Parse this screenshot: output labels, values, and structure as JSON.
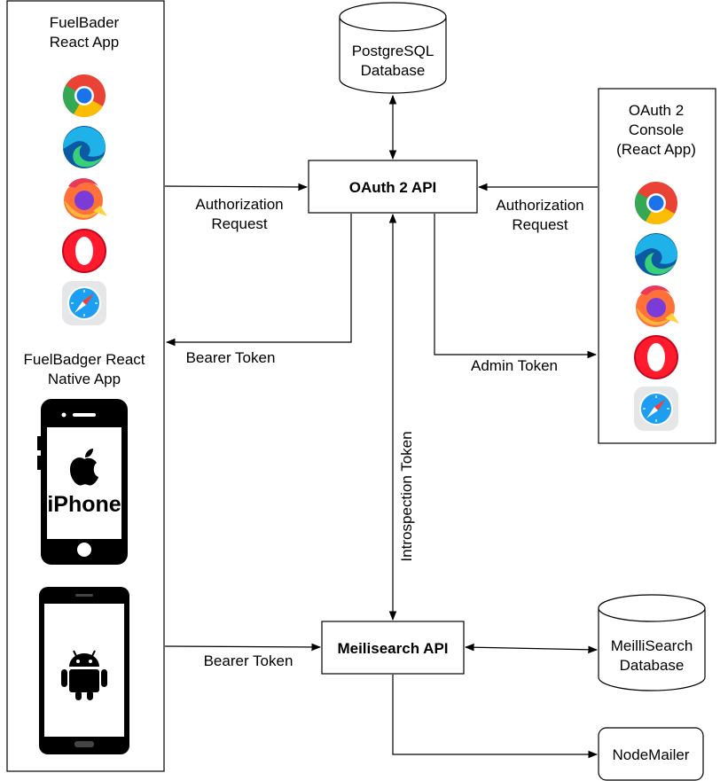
{
  "left_panel": {
    "title_line1": "FuelBader",
    "title_line2": "React App",
    "native_line1": "FuelBadger React",
    "native_line2": "Native App",
    "iphone_label": "iPhone"
  },
  "postgres": {
    "line1": "PostgreSQL",
    "line2": "Database"
  },
  "oauth_api": {
    "label": "OAuth 2 API"
  },
  "oauth_console": {
    "line1": "OAuth 2",
    "line2": "Console",
    "line3": "(React App)"
  },
  "meili_api": {
    "label": "Meilisearch API"
  },
  "meili_db": {
    "line1": "MeilliSearch",
    "line2": "Database"
  },
  "nodemailer": {
    "label": "NodeMailer"
  },
  "edges": {
    "auth_req_left_1": "Authorization",
    "auth_req_left_2": "Request",
    "auth_req_right_1": "Authorization",
    "auth_req_right_2": "Request",
    "bearer_top": "Bearer Token",
    "admin_token": "Admin Token",
    "introspection": "Introspection Token",
    "bearer_bottom": "Bearer Token"
  },
  "browser_icons": [
    "chrome-icon",
    "edge-icon",
    "firefox-icon",
    "opera-icon",
    "safari-icon"
  ],
  "device_icons": [
    "apple-icon",
    "android-icon"
  ]
}
